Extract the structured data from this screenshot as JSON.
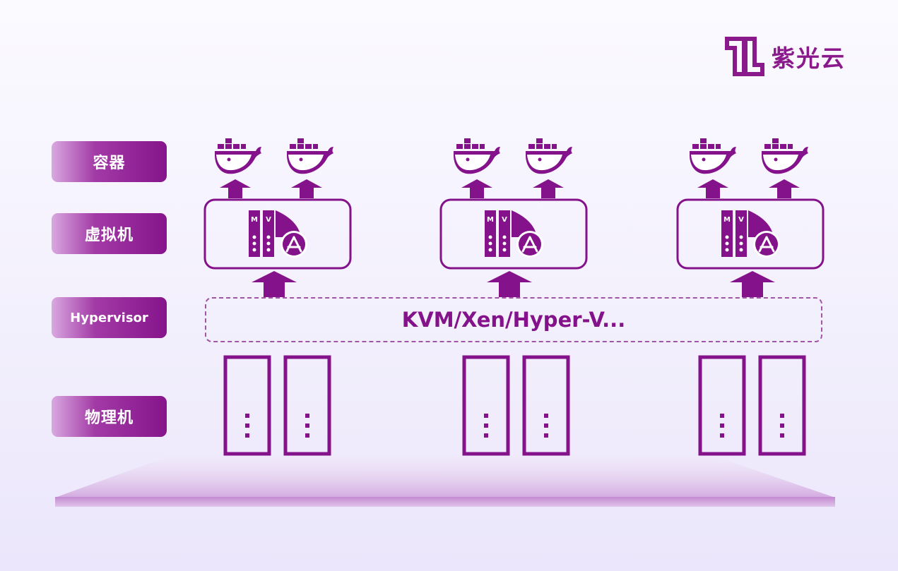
{
  "brand": {
    "name": "紫光云"
  },
  "layers": {
    "container": "容器",
    "vm": "虚拟机",
    "hypervisor": "Hypervisor",
    "physical": "物理机"
  },
  "hypervisor_text": "KVM/Xen/Hyper-V...",
  "vm_icon": {
    "m_label": "M",
    "v_label": "V"
  },
  "colors": {
    "primary": "#84128a",
    "label_light": "#d9a8e0",
    "platform": "#d6b2e2"
  },
  "icons": {
    "container": "docker-whale-icon",
    "vm": "virtual-machine-icon",
    "physical": "server-tower-icon",
    "arrow": "arrow-up-icon"
  }
}
